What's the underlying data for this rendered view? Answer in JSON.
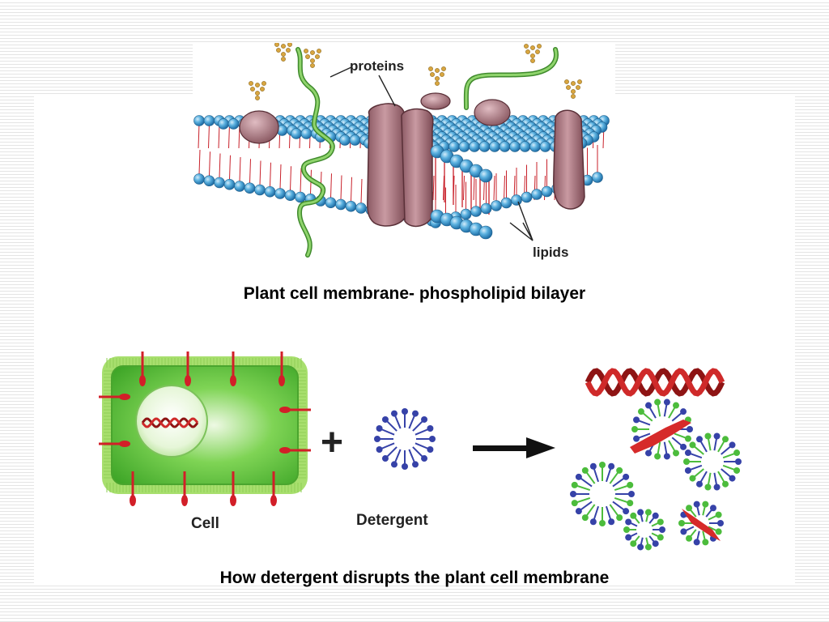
{
  "top_figure": {
    "proteins_label": "proteins",
    "lipids_label": "lipids",
    "caption": "Plant cell membrane- phospholipid bilayer"
  },
  "bottom_figure": {
    "cell_label": "Cell",
    "detergent_label": "Detergent",
    "plus_symbol": "+",
    "caption": "How detergent disrupts the plant cell membrane"
  },
  "colors": {
    "lipid_head": "#4ea6d6",
    "lipid_tail": "#c8202a",
    "protein": "#b57f88",
    "glycan": "#d9a640",
    "cell_green": "#5cc23a",
    "dna_red": "#cf2a2a",
    "detergent_blue": "#3642a8",
    "lipid_green": "#4cbc3c"
  }
}
